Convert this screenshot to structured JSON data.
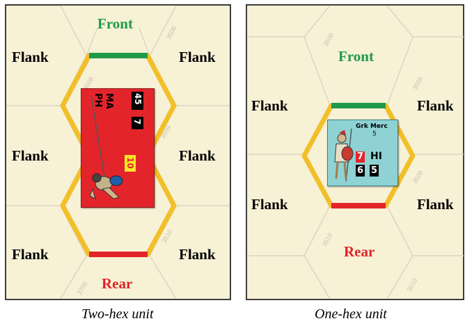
{
  "panels": {
    "two_hex": {
      "labels": {
        "front": "Front",
        "rear": "Rear",
        "flank": "Flank"
      },
      "caption": "Two-hex unit",
      "hex_numbers": [
        "3506",
        "3508",
        "3509",
        "3510",
        "3709"
      ],
      "counter": {
        "code_1": "PH",
        "code_2": "MA",
        "size": "45",
        "movement": "7",
        "tq": "10"
      }
    },
    "one_hex": {
      "labels": {
        "front": "Front",
        "rear": "Rear",
        "flank": "Flank"
      },
      "caption": "One-hex unit",
      "hex_numbers": [
        "3508",
        "3509",
        "3508",
        "3510",
        "3510"
      ],
      "counter": {
        "name": "Grk Merc",
        "size": "5",
        "tq": "7",
        "type": "HI",
        "value_1": "6",
        "value_2": "5"
      }
    }
  },
  "colors": {
    "map_background": "#f7f1d6",
    "hex_grid": "#dcd6c2",
    "outline_zoc": "#f2bf2a",
    "front_marker": "#1f9a48",
    "rear_marker": "#e02428",
    "two_hex_counter": "#e3252b",
    "one_hex_counter": "#8fd2d3"
  }
}
